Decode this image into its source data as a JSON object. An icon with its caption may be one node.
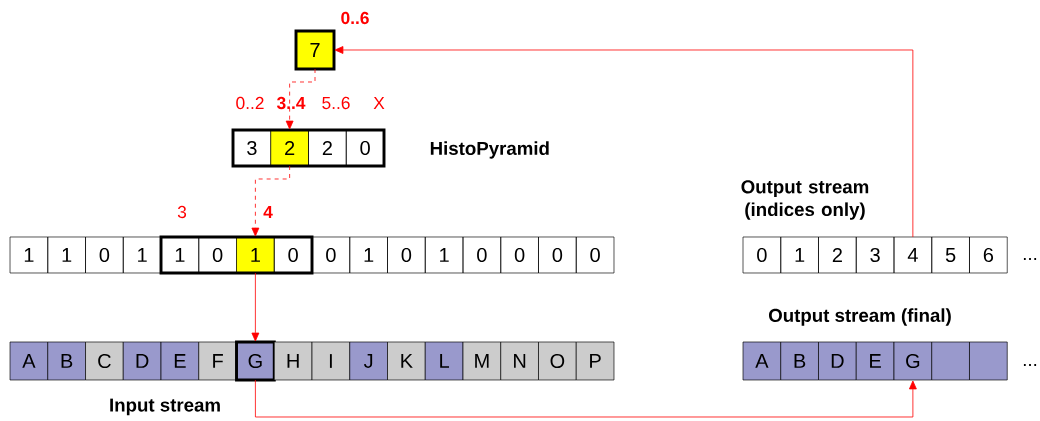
{
  "diagram": {
    "nodes": [
      {
        "text": [
          "7"
        ],
        "beside": [
          "0..6"
        ]
      },
      {
        "text": [],
        "shape": "box"
      },
      {
        "text": [
          "3"
        ],
        "in": 1,
        "beside": [
          "0..2"
        ]
      },
      {
        "text": [
          "2"
        ],
        "in": 1,
        "beside": [
          "3..4"
        ]
      },
      {
        "text": [
          "2"
        ],
        "in": 1,
        "beside": [
          "5..6"
        ]
      },
      {
        "text": [
          "0"
        ],
        "in": 1,
        "beside": [
          "X"
        ]
      },
      {
        "text": [
          "1"
        ]
      },
      {
        "text": [
          "1"
        ]
      },
      {
        "text": [
          "0"
        ]
      },
      {
        "text": [
          "1"
        ]
      },
      {
        "text": [],
        "shape": "box"
      },
      {
        "text": [
          "1"
        ],
        "in": 10,
        "beside": [
          "3"
        ]
      },
      {
        "text": [
          "0"
        ],
        "in": 10
      },
      {
        "text": [
          "1"
        ],
        "in": 10,
        "beside": [
          "4"
        ]
      },
      {
        "text": [
          "0"
        ],
        "in": 10
      },
      {
        "text": [
          "0"
        ]
      },
      {
        "text": [
          "1"
        ]
      },
      {
        "text": [
          "0"
        ]
      },
      {
        "text": [
          "1"
        ]
      },
      {
        "text": [
          "0"
        ]
      },
      {
        "text": [
          "0"
        ]
      },
      {
        "text": [
          "0"
        ]
      },
      {
        "text": [
          "0"
        ]
      },
      {
        "text": [
          "A"
        ]
      },
      {
        "text": [
          "B"
        ]
      },
      {
        "text": [
          "C"
        ]
      },
      {
        "text": [
          "D"
        ]
      },
      {
        "text": [
          "E"
        ]
      },
      {
        "text": [
          "F"
        ]
      },
      {
        "text": [
          "G"
        ]
      },
      {
        "text": [
          "H"
        ]
      },
      {
        "text": [
          "I"
        ]
      },
      {
        "text": [
          "J"
        ]
      },
      {
        "text": [
          "K"
        ]
      },
      {
        "text": [
          "L"
        ]
      },
      {
        "text": [
          "M"
        ]
      },
      {
        "text": [
          "N"
        ]
      },
      {
        "text": [
          "O"
        ]
      },
      {
        "text": [
          "P"
        ]
      },
      {
        "text": [
          "0"
        ]
      },
      {
        "text": [
          "1"
        ]
      },
      {
        "text": [
          "2"
        ]
      },
      {
        "text": [
          "3"
        ]
      },
      {
        "text": [
          "4"
        ]
      },
      {
        "text": [
          "5"
        ]
      },
      {
        "text": [
          "6"
        ]
      },
      {
        "text": [
          "A"
        ]
      },
      {
        "text": [
          "B"
        ]
      },
      {
        "text": [
          "D"
        ]
      },
      {
        "text": [
          "E"
        ]
      },
      {
        "text": [
          "G"
        ]
      },
      {
        "text": [],
        "shape": "box"
      },
      {
        "text": [],
        "shape": "box"
      }
    ],
    "edges": [
      {
        "from": 0,
        "to": 3,
        "arrow": "to",
        "style": "dashed"
      },
      {
        "from": 3,
        "to": 13,
        "arrow": "to",
        "style": "dashed"
      },
      {
        "from": 13,
        "to": 29,
        "arrow": "to"
      },
      {
        "from": 29,
        "to": 50,
        "arrow": "to"
      },
      {
        "from": 43,
        "to": 0,
        "arrow": "to"
      }
    ],
    "labels": [
      "HistoPyramid",
      "Output stream (indices only)",
      "...",
      "Output stream (final)",
      "Input stream",
      "..."
    ]
  }
}
